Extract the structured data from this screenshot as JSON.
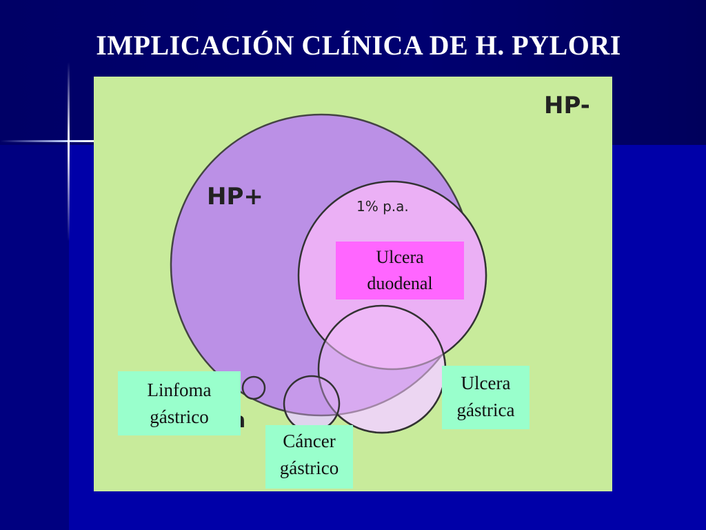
{
  "slide": {
    "title": "IMPLICACIÓN CLÍNICA DE H. PYLORI"
  },
  "diagram": {
    "outer_label": "HP-",
    "main_set_label": "HP+",
    "subset_label": "1% p.a.",
    "partial_glyph": "a",
    "colors": {
      "panel_background": "#c8eb9b",
      "hp_plus_fill": "#bb90e6",
      "subset_fill": "#ebb0f5",
      "outside_fill": "#e6f2ec",
      "duodenal_box": "#ff66ff",
      "teal_boxes": "#99ffcc",
      "slide_background": "#00007a"
    }
  },
  "labels": {
    "ulcera_duodenal": [
      "Ulcera",
      "duodenal"
    ],
    "ulcera_gastrica": [
      "Ulcera",
      "gástrica"
    ],
    "linfoma_gastrico": [
      "Linfoma",
      "gástrico"
    ],
    "cancer_gastrico": [
      "Cáncer",
      "gástrico"
    ]
  }
}
